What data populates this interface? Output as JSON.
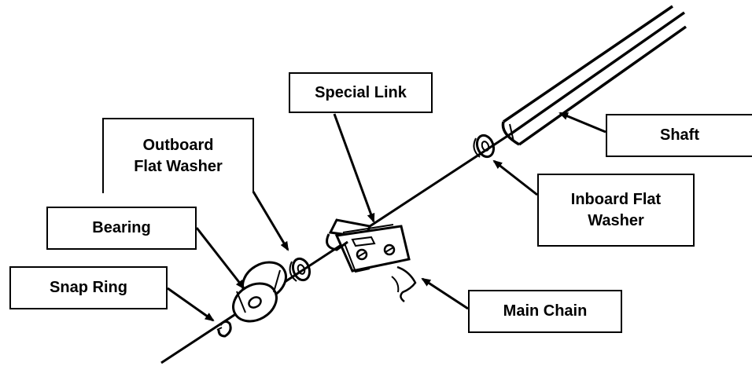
{
  "labels": {
    "special_link": "Special Link",
    "outboard_flat_washer": "Outboard\nFlat Washer",
    "shaft": "Shaft",
    "inboard_flat_washer": "Inboard Flat\nWasher",
    "bearing": "Bearing",
    "snap_ring": "Snap Ring",
    "main_chain": "Main Chain"
  },
  "colors": {
    "ink": "#000000",
    "background": "#ffffff"
  }
}
